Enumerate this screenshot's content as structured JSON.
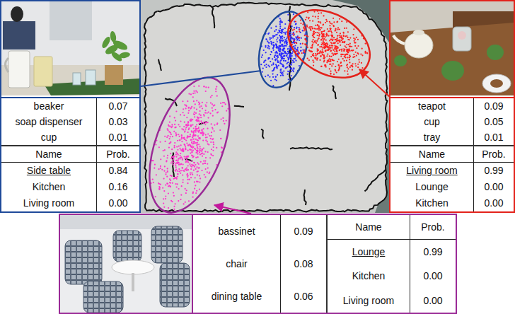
{
  "diagram": {
    "nodes": [
      {
        "text": [
          "beaker",
          "0.07",
          "soap dispenser",
          "0.03",
          "cup",
          "0.01",
          "Name",
          "Prob.",
          "Side table",
          "0.84",
          "Kitchen",
          "0.16",
          "Living room",
          "0.00"
        ]
      },
      {
        "text": [
          "teapot",
          "0.09",
          "cup",
          "0.05",
          "tray",
          "0.01",
          "Name",
          "Prob.",
          "Living room",
          "0.99",
          "Lounge",
          "0.00",
          "Kitchen",
          "0.00"
        ]
      },
      {
        "text": [
          "bassinet",
          "0.09",
          "chair",
          "0.08",
          "dining table",
          "0.06",
          "Name",
          "Prob.",
          "Lounge",
          "0.99",
          "Kitchen",
          "0.00",
          "Living room",
          "0.00"
        ]
      }
    ]
  }
}
